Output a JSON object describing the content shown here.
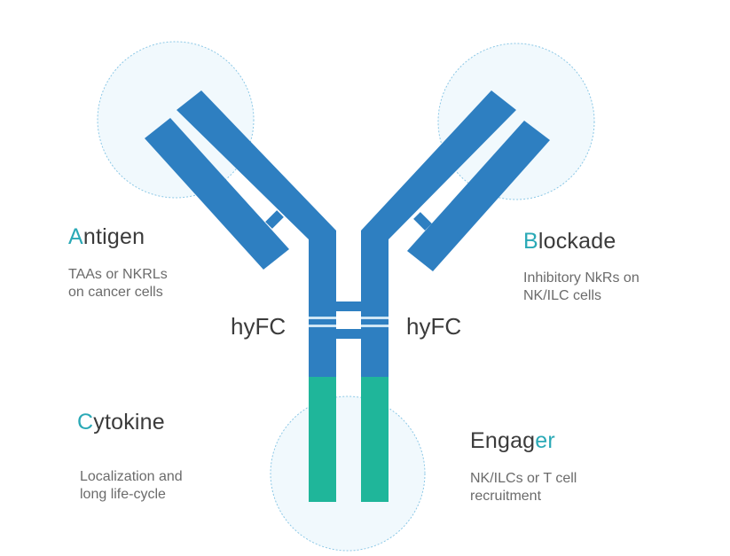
{
  "colors": {
    "arm": "#2e7fc1",
    "stem_upper": "#2e7fc1",
    "stem_lower": "#1fb69a",
    "band": "#cfe6f5",
    "circle_stroke": "#8cc8e6",
    "circle_fill": "#e6f4fb",
    "accent_text": "#2aa9b6"
  },
  "labels": {
    "antigen": {
      "initial": "A",
      "rest": "ntigen",
      "desc1": "TAAs or NKRLs",
      "desc2": "on cancer cells"
    },
    "blockade": {
      "initial": "B",
      "rest": "lockade",
      "desc1": "Inhibitory NkRs on",
      "desc2": "NK/ILC cells"
    },
    "cytokine": {
      "initial": "C",
      "rest": "ytokine",
      "desc1": "Localization and",
      "desc2": "long life-cycle"
    },
    "engager": {
      "lead": "Engag",
      "accent": "er",
      "desc1": "NK/ILCs or T cell",
      "desc2": "recruitment"
    },
    "hinge_left": "hyFC",
    "hinge_right": "hyFC"
  }
}
